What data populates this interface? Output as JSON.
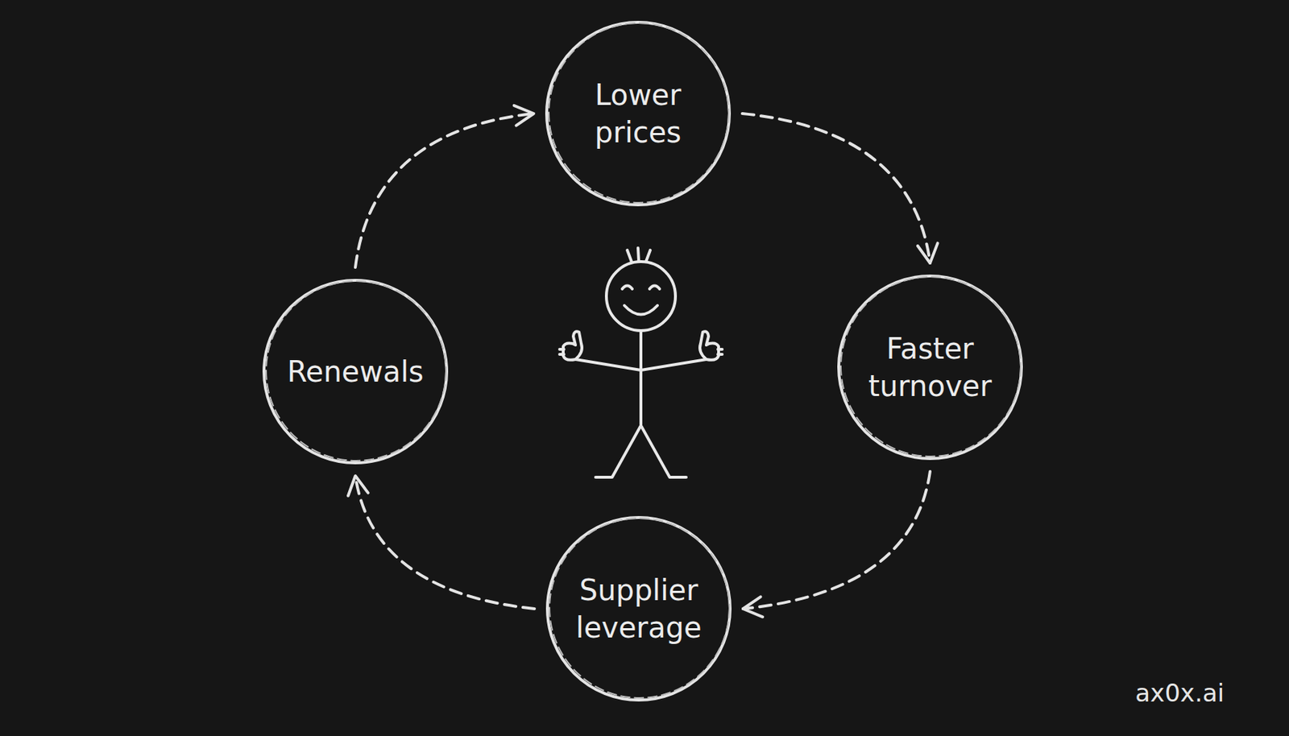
{
  "diagram": {
    "nodes": [
      {
        "text": [
          "Lower prices"
        ]
      },
      {
        "text": [
          "Faster turnover"
        ]
      },
      {
        "text": [
          "Supplier leverage"
        ]
      },
      {
        "text": [
          "Renewals"
        ]
      }
    ],
    "edges": [
      {
        "from": 0,
        "to": 1,
        "arrow": "to"
      },
      {
        "from": 1,
        "to": 2,
        "arrow": "to"
      },
      {
        "from": 2,
        "to": 3,
        "arrow": "to"
      },
      {
        "from": 3,
        "to": 0,
        "arrow": "to"
      }
    ],
    "labels": [
      "ax0x.ai"
    ]
  }
}
